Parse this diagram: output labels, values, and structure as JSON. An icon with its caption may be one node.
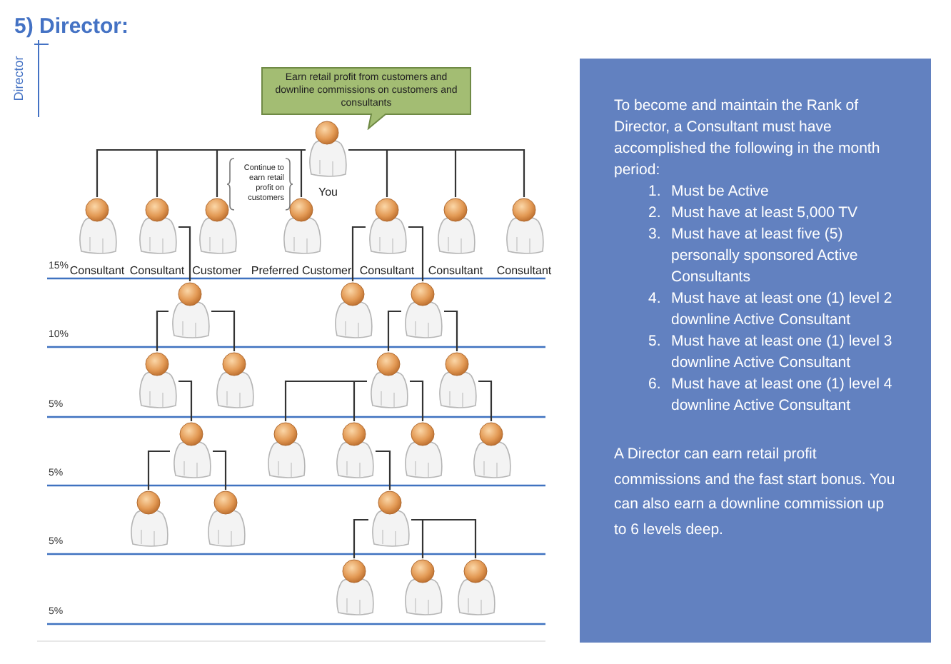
{
  "diagram": {
    "title": "5) Director:",
    "nodes": [
      {
        "text": [
          "Earn retail profit from customers and downline commissions on customers and consultants"
        ]
      },
      {
        "text": [],
        "shape": "person",
        "beside": [
          "You"
        ]
      },
      {
        "text": [
          "Consultant"
        ]
      },
      {
        "text": [
          "Consultant"
        ]
      },
      {
        "text": [
          "Customer"
        ]
      },
      {
        "text": [
          "Preferred Customer"
        ]
      },
      {
        "text": [
          "Consultant"
        ]
      },
      {
        "text": [
          "Consultant"
        ]
      },
      {
        "text": [
          "Consultant"
        ]
      },
      {
        "text": [],
        "shape": "person"
      },
      {
        "text": [],
        "shape": "person"
      },
      {
        "text": [],
        "shape": "person"
      },
      {
        "text": [],
        "shape": "person"
      },
      {
        "text": [],
        "shape": "person"
      },
      {
        "text": [],
        "shape": "person"
      },
      {
        "text": [],
        "shape": "person"
      },
      {
        "text": [],
        "shape": "person"
      },
      {
        "text": [],
        "shape": "person"
      },
      {
        "text": [],
        "shape": "person"
      },
      {
        "text": [],
        "shape": "person"
      },
      {
        "text": [],
        "shape": "person"
      },
      {
        "text": [],
        "shape": "person"
      },
      {
        "text": [],
        "shape": "person"
      },
      {
        "text": [],
        "shape": "person"
      },
      {
        "text": [],
        "shape": "person"
      },
      {
        "text": [],
        "shape": "person"
      },
      {
        "text": [],
        "shape": "person"
      },
      {
        "text": [
          "To become and maintain the Rank of Director, a Consultant must have accomplished the following in the month period:",
          "1.",
          "Must be Active",
          "2.",
          "Must have at least 5,000 TV",
          "3.",
          "Must have at least five (5) personally sponsored Active Consultants",
          "4.",
          "Must have at least one (1) level 2 downline Active Consultant",
          "5.",
          "Must have at least one (1) level 3 downline Active Consultant",
          "6.",
          "Must have at least one (1) level 4 downline Active Consultant",
          "A Director can earn retail profit commissions and the fast start bonus. You can also earn a downline commission up to 6 levels deep."
        ]
      }
    ],
    "edges": [
      {
        "from": 1,
        "to": 2,
        "arrow": "none"
      },
      {
        "from": 1,
        "to": 3,
        "arrow": "none"
      },
      {
        "from": 1,
        "to": 4,
        "arrow": "none"
      },
      {
        "from": 1,
        "to": 5,
        "arrow": "none"
      },
      {
        "from": 1,
        "to": 6,
        "arrow": "none"
      },
      {
        "from": 1,
        "to": 7,
        "arrow": "none"
      },
      {
        "from": 1,
        "to": 8,
        "arrow": "none"
      },
      {
        "from": 3,
        "to": 9,
        "arrow": "none"
      },
      {
        "from": 6,
        "to": 10,
        "arrow": "none"
      },
      {
        "from": 6,
        "to": 11,
        "arrow": "none"
      },
      {
        "from": 9,
        "to": 12,
        "arrow": "none"
      },
      {
        "from": 9,
        "to": 13,
        "arrow": "none"
      },
      {
        "from": 11,
        "to": 14,
        "arrow": "none"
      },
      {
        "from": 11,
        "to": 15,
        "arrow": "none"
      },
      {
        "from": 12,
        "to": 16,
        "arrow": "none"
      },
      {
        "from": 14,
        "to": 17,
        "arrow": "none"
      },
      {
        "from": 14,
        "to": 18,
        "arrow": "none"
      },
      {
        "from": 14,
        "to": 19,
        "arrow": "none"
      },
      {
        "from": 15,
        "to": 20,
        "arrow": "none"
      },
      {
        "from": 16,
        "to": 21,
        "arrow": "none"
      },
      {
        "from": 16,
        "to": 22,
        "arrow": "none"
      },
      {
        "from": 18,
        "to": 23,
        "arrow": "none"
      },
      {
        "from": 23,
        "to": 24,
        "arrow": "none"
      },
      {
        "from": 23,
        "to": 25,
        "arrow": "none"
      },
      {
        "from": 23,
        "to": 26,
        "arrow": "none"
      }
    ],
    "labels": [
      "Director",
      "Continue to earn retail profit on customers",
      "15%",
      "10%",
      "5%",
      "5%",
      "5%",
      "5%"
    ]
  }
}
